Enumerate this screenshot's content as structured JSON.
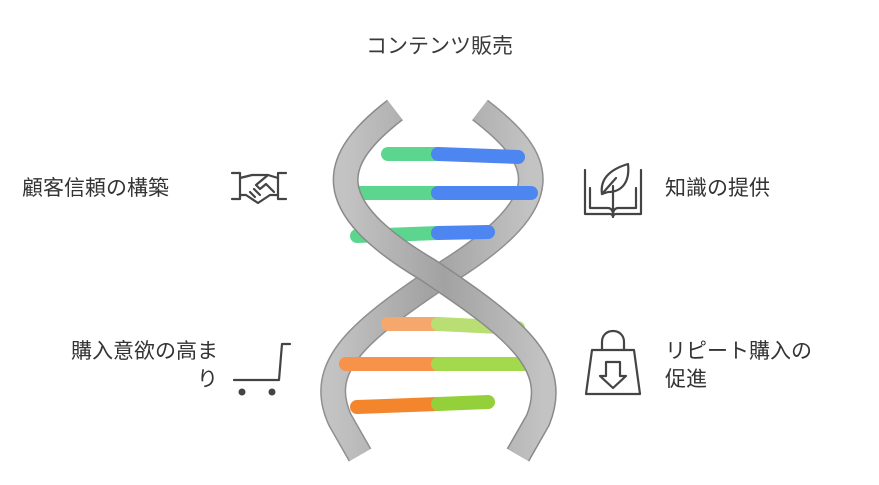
{
  "title": "コンテンツ販売",
  "labels": {
    "top_left": "顧客信頼の構築",
    "top_right": "知識の提供",
    "bottom_left_line1": "購入意欲の高ま",
    "bottom_left_line2": "り",
    "bottom_right_line1": "リピート購入の",
    "bottom_right_line2": "促進"
  },
  "icons": {
    "top_left": "handshake-icon",
    "top_right": "open-book-leaf-icon",
    "bottom_left": "shopping-cart-icon",
    "bottom_right": "shopping-bag-download-icon"
  },
  "colors": {
    "upper_left_rungs": "#5cd68e",
    "upper_right_rungs": "#4d86f0",
    "lower_left_rungs": "#f6924a",
    "lower_right_rungs": "#a3d94d",
    "strand": "#a6a6a6"
  }
}
